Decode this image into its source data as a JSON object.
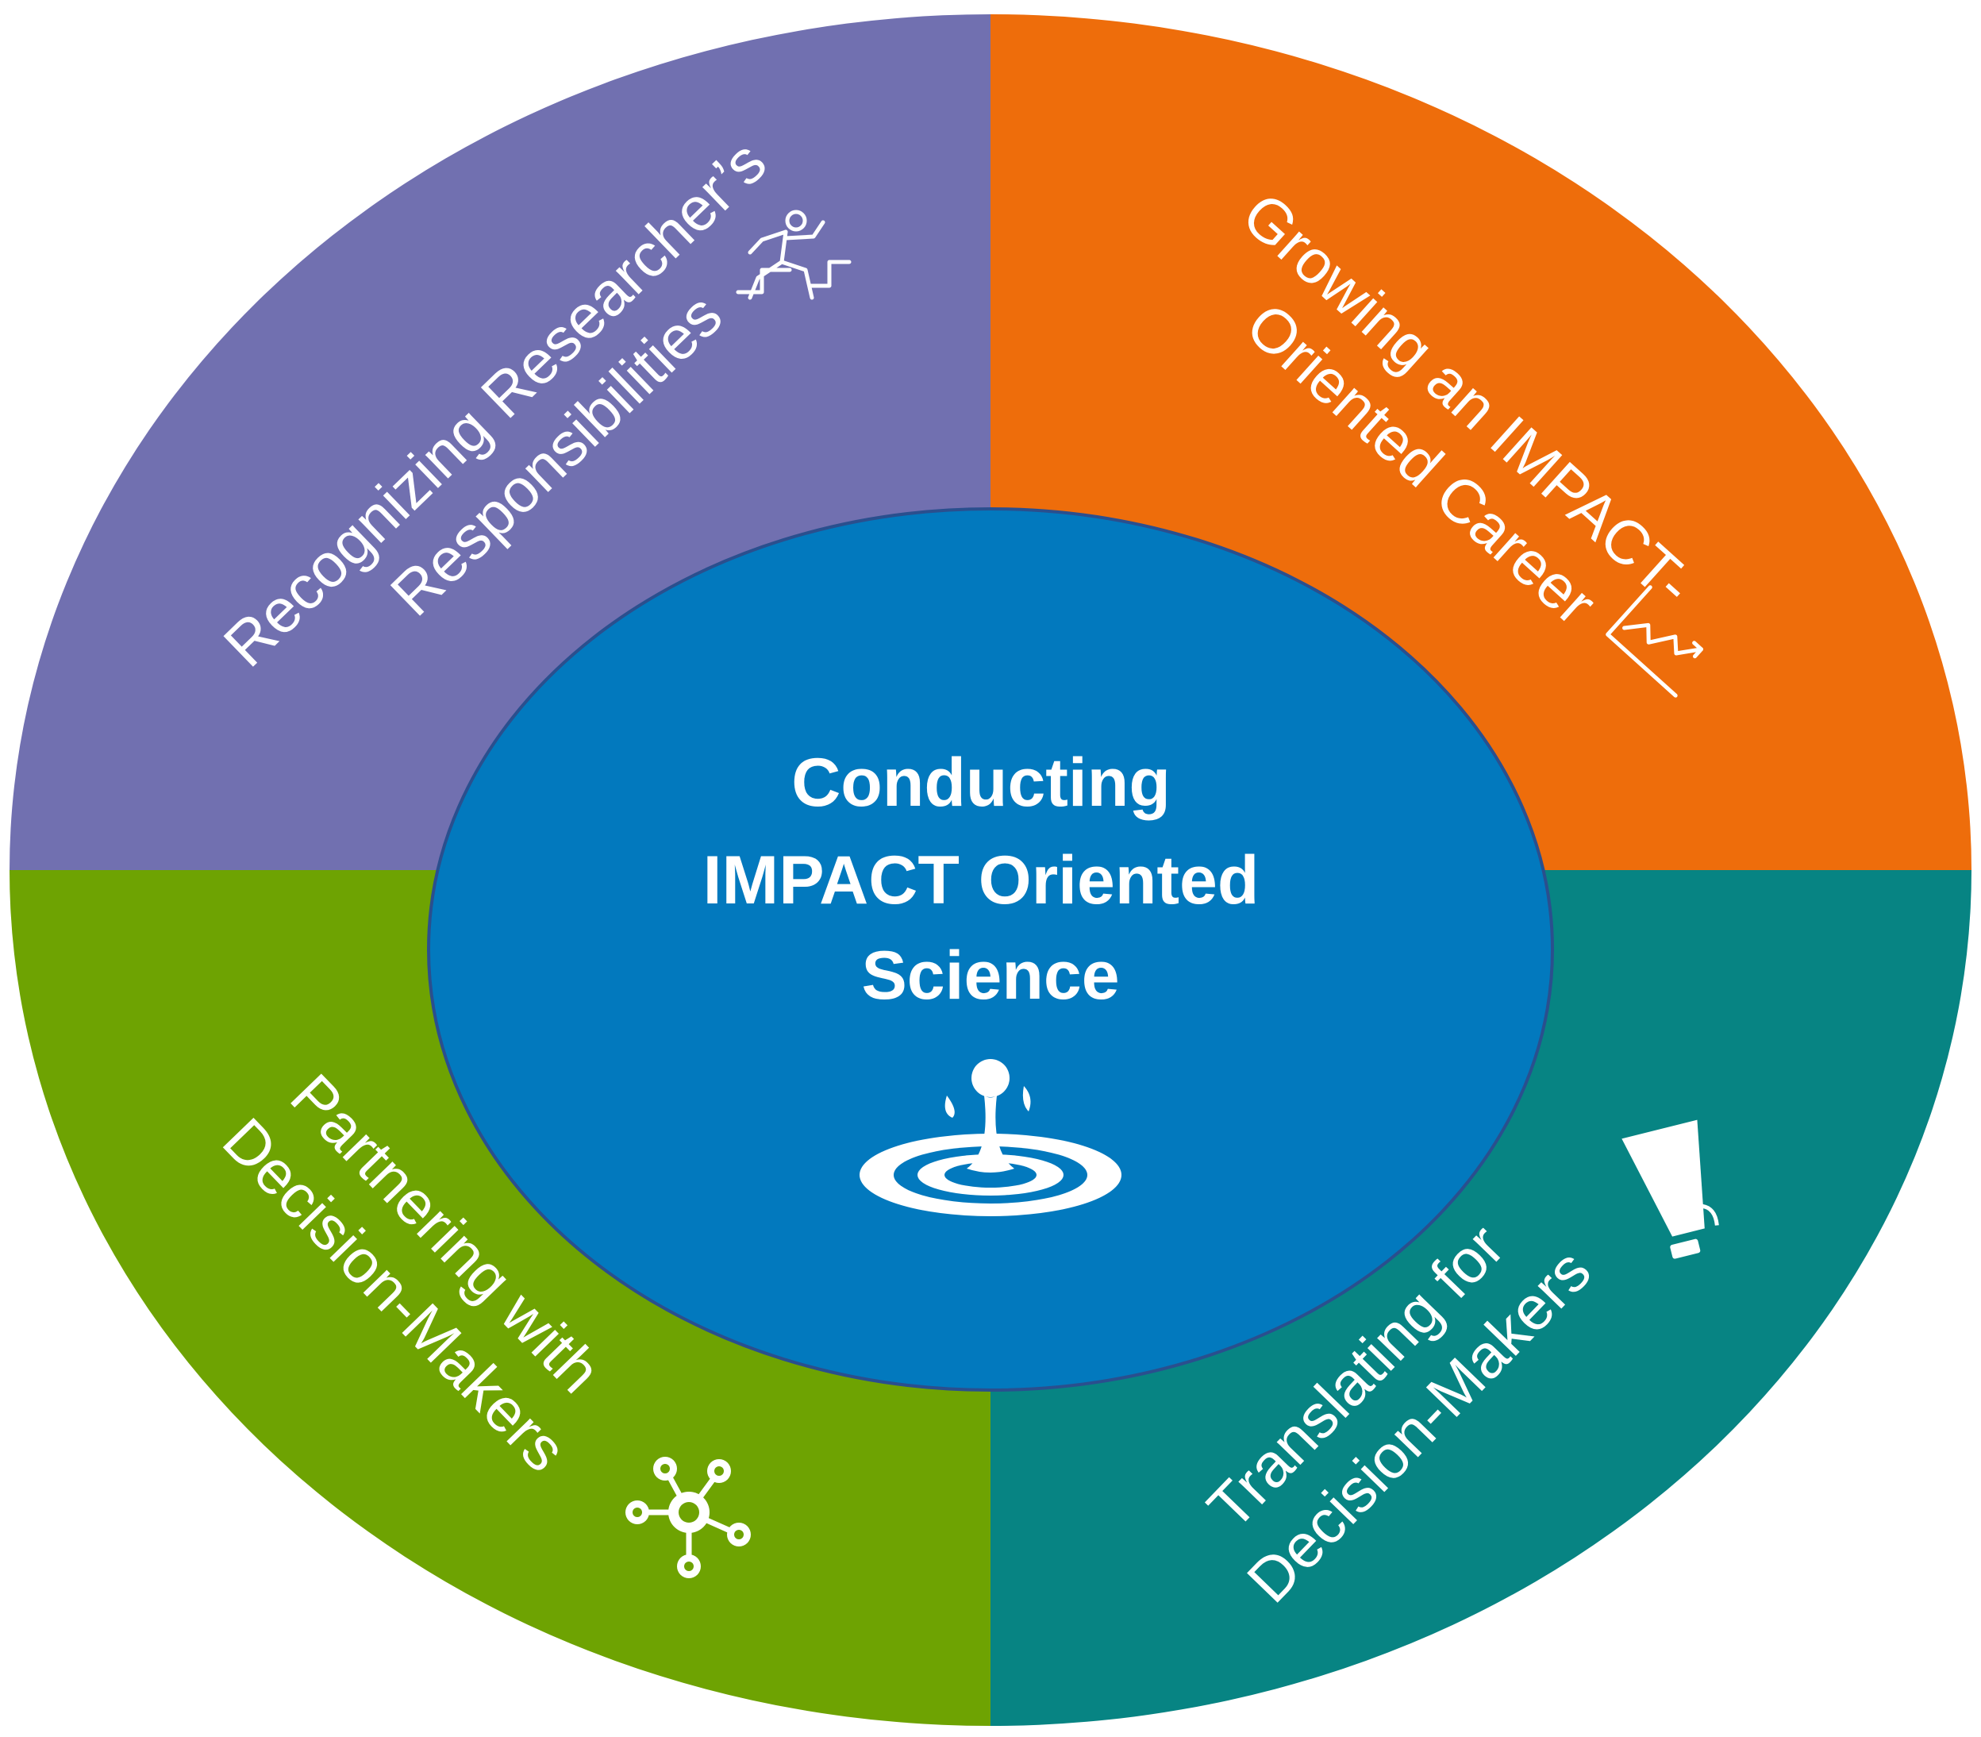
{
  "center": {
    "lines": [
      "Conducting",
      "IMPACT Oriented",
      "Science"
    ],
    "icon": "water-drop-ripple-icon",
    "color": "#0279BE"
  },
  "quadrants": {
    "top_left": {
      "lines": [
        "Recognizing Researcher’s",
        "Responsibilities"
      ],
      "icon": "stepping-person-icon",
      "color": "#7170B0"
    },
    "top_right": {
      "lines": [
        "Growing an IMPACT-",
        "Oriented Career"
      ],
      "icon": "growth-chart-icon",
      "color": "#EE6D0B"
    },
    "bottom_left": {
      "lines": [
        "Partnering with",
        "Decision-Makers"
      ],
      "icon": "network-nodes-icon",
      "color": "#6EA302"
    },
    "bottom_right": {
      "lines": [
        "Translating for",
        "Decision-Makers"
      ],
      "icon": "megaphone-icon",
      "color": "#078483"
    }
  }
}
